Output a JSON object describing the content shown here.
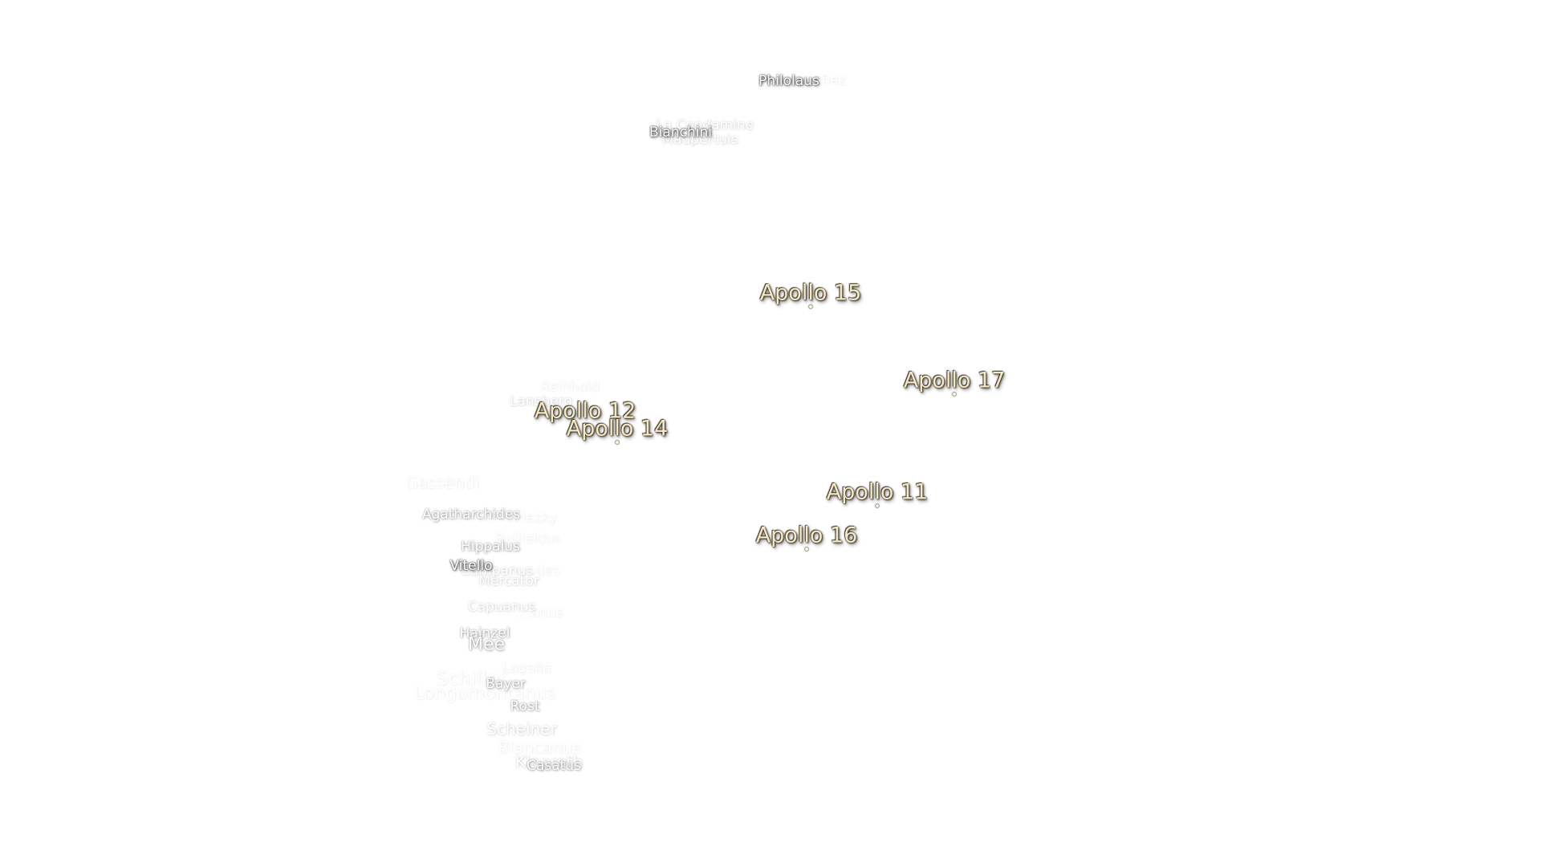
{
  "craters": [
    {
      "id": "philolaus",
      "text": "Philolaus"
    },
    {
      "id": "anaxagoras-chaz",
      "text": "...chaz"
    },
    {
      "id": "la-condamine",
      "text": "La Condamine"
    },
    {
      "id": "bianchini",
      "text": "Bianchini"
    },
    {
      "id": "maupertuis",
      "text": "Maupertuis"
    },
    {
      "id": "reinhold",
      "text": "Reinhold"
    },
    {
      "id": "lansberg",
      "text": "Lansberg"
    },
    {
      "id": "gassendi",
      "text": "Gassendi"
    },
    {
      "id": "agatharchides",
      "text": "Agatharchides"
    },
    {
      "id": "lubieniecki",
      "text": "...iezky"
    },
    {
      "id": "bullialdus",
      "text": "Bullialdus"
    },
    {
      "id": "hippalus",
      "text": "Hippalus"
    },
    {
      "id": "vitello",
      "text": "Vitello"
    },
    {
      "id": "campanus",
      "text": "Campanus"
    },
    {
      "id": "eratosthenes-like",
      "text": "...des"
    },
    {
      "id": "mercator",
      "text": "Mercator"
    },
    {
      "id": "capuanus",
      "text": "Capuanus"
    },
    {
      "id": "faint-1",
      "text": "...anus"
    },
    {
      "id": "hainzel",
      "text": "Hainzel"
    },
    {
      "id": "mee",
      "text": "Mee"
    },
    {
      "id": "lagalla",
      "text": "Lagalla"
    },
    {
      "id": "schiller",
      "text": "Schiller"
    },
    {
      "id": "longomontanus",
      "text": "Longomontanus"
    },
    {
      "id": "bayer",
      "text": "Bayer"
    },
    {
      "id": "rost",
      "text": "Rost"
    },
    {
      "id": "scheiner",
      "text": "Scheiner"
    },
    {
      "id": "blancanus",
      "text": "Blancanus"
    },
    {
      "id": "klaproth",
      "text": "Klaproth"
    },
    {
      "id": "casatus",
      "text": "Casatus"
    }
  ],
  "landing_sites": [
    {
      "id": "apollo-15",
      "text": "Apollo 15"
    },
    {
      "id": "apollo-17",
      "text": "Apollo 17"
    },
    {
      "id": "apollo-12",
      "text": "Apollo 12"
    },
    {
      "id": "apollo-14",
      "text": "Apollo 14"
    },
    {
      "id": "apollo-11",
      "text": "Apollo 11"
    },
    {
      "id": "apollo-16",
      "text": "Apollo 16"
    }
  ]
}
